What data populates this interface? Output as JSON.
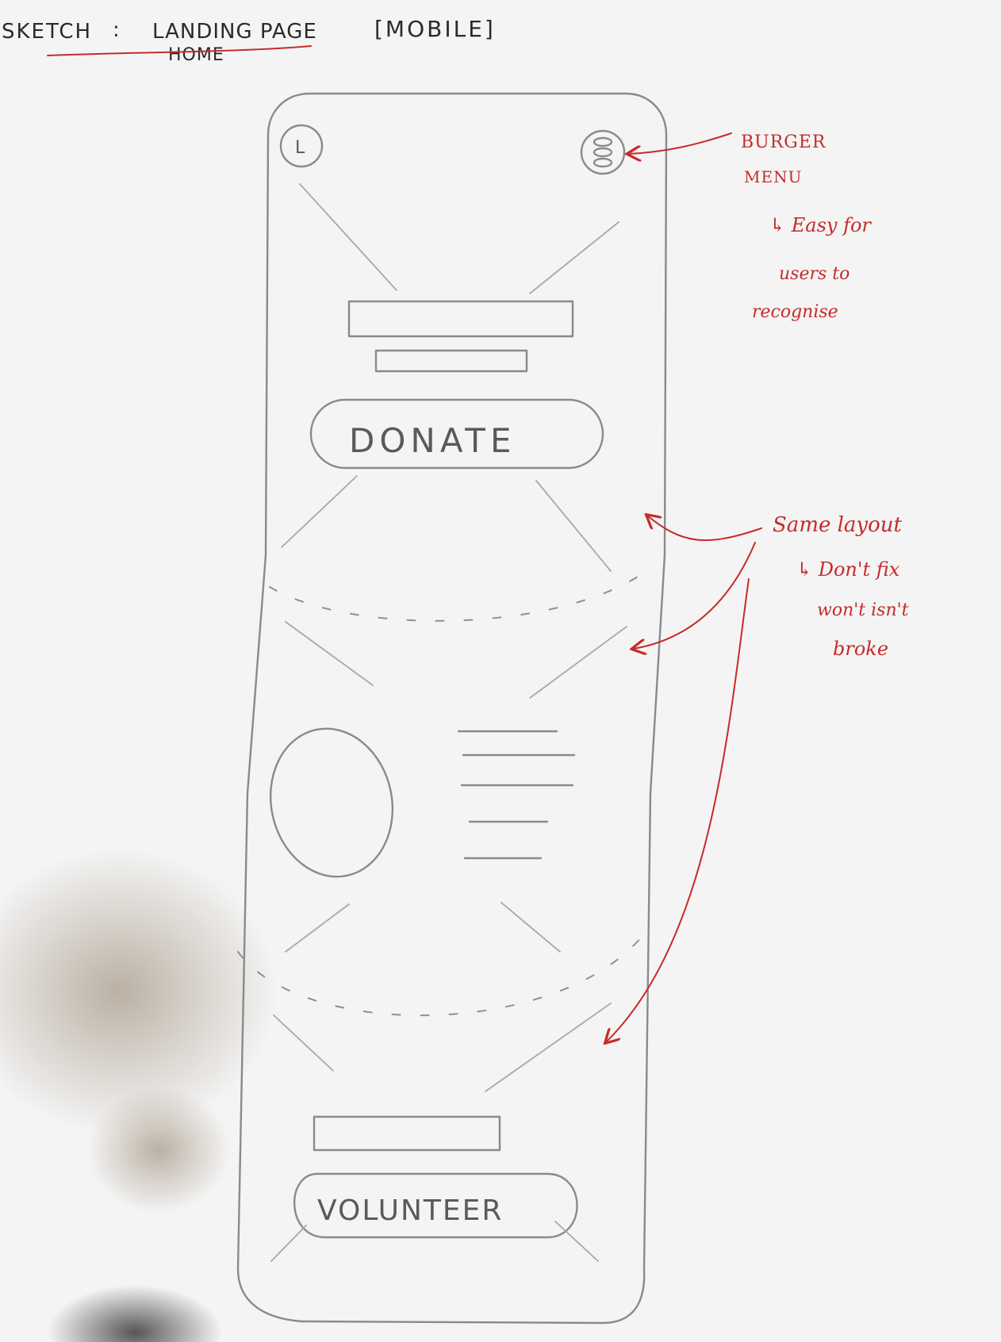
{
  "sketch_title": {
    "label": "SKETCH",
    "separator": ":",
    "page_name": "LANDING PAGE",
    "page_alt": "HOME",
    "device": "[MOBILE]"
  },
  "wireframe": {
    "logo_icon": "L",
    "menu_icon": "burger-menu-icon",
    "donate_button": "DONATE",
    "volunteer_button": "VOLUNTEER"
  },
  "annotations": {
    "burger": {
      "title_line1": "BURGER",
      "title_line2": "MENU",
      "note_line1": "↳ Easy for",
      "note_line2": "users to",
      "note_line3": "recognise"
    },
    "layout": {
      "line1": "Same layout",
      "line2": "↳ Don't fix",
      "line3": "won't isn't",
      "line4": "broke"
    }
  },
  "colors": {
    "paper": "#f4f4f4",
    "pencil": "#8a8a8a",
    "pen_dark": "#2a2a2a",
    "annotation_red": "#c62b2b"
  }
}
